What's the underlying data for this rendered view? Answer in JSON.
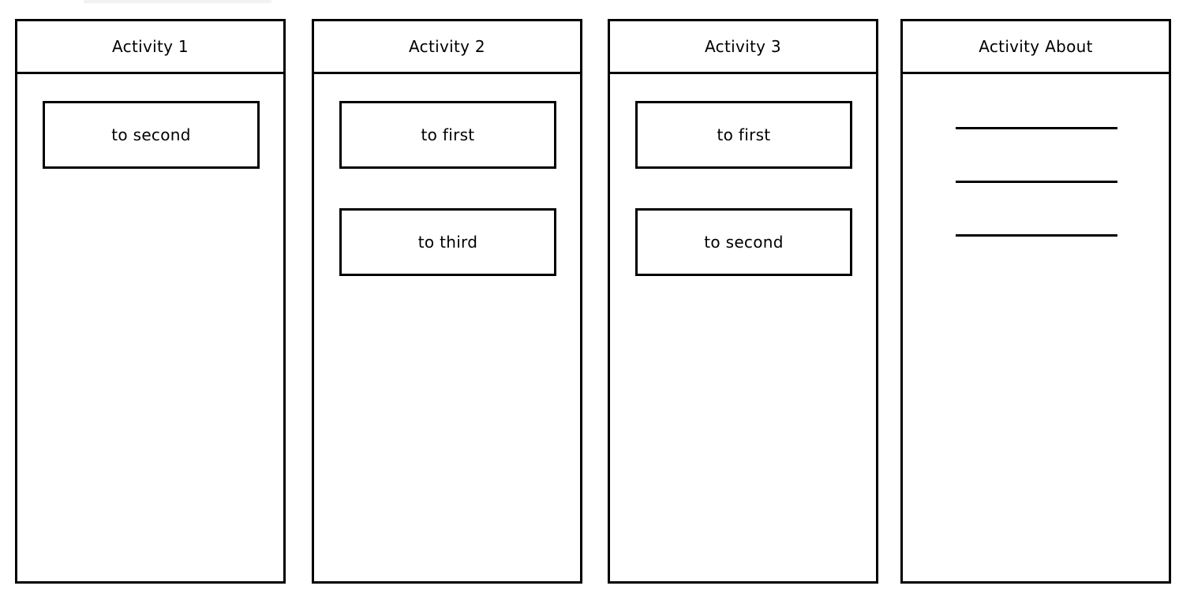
{
  "activities": [
    {
      "title": "Activity 1",
      "buttons": [
        "to second"
      ]
    },
    {
      "title": "Activity 2",
      "buttons": [
        "to first",
        "to third"
      ]
    },
    {
      "title": "Activity 3",
      "buttons": [
        "to first",
        "to second"
      ]
    },
    {
      "title": "Activity About",
      "content_lines": 3
    }
  ],
  "colors": {
    "stroke": "#000000",
    "background": "#ffffff"
  }
}
